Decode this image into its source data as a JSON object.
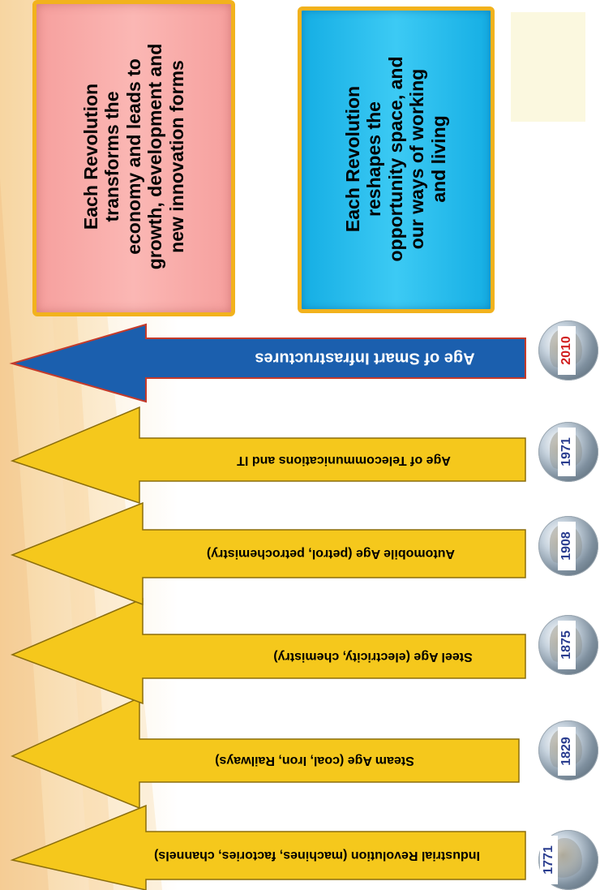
{
  "boxes": {
    "economy": {
      "text": [
        "Each Revolution",
        "transforms the",
        "economy and leads to",
        "growth, development and",
        "new innovation forms"
      ],
      "color": "#f9a8a6"
    },
    "opportunity": {
      "text": [
        "Each Revolution",
        "reshapes the",
        "opportunity space, and",
        "our ways of working",
        "and living"
      ],
      "color": "#1fb7ea"
    }
  },
  "eras": [
    {
      "year": "1771",
      "label": "Industrial Revolution (machines, factories, channels)",
      "arrow_color": "#f5c81c",
      "year_color": "#2a3d8f"
    },
    {
      "year": "1829",
      "label": "Steam Age  (coal, Iron, Railways)",
      "arrow_color": "#f5c81c",
      "year_color": "#2a3d8f"
    },
    {
      "year": "1875",
      "label": "Steel Age  (electricity, chemistry)",
      "arrow_color": "#f5c81c",
      "year_color": "#2a3d8f"
    },
    {
      "year": "1908",
      "label": "Automobile Age  (petrol, petrochemistry)",
      "arrow_color": "#f5c81c",
      "year_color": "#2a3d8f"
    },
    {
      "year": "1971",
      "label": "Age of Telecommunications and IT",
      "arrow_color": "#f5c81c",
      "year_color": "#2a3d8f"
    },
    {
      "year": "2010",
      "label": "Age of Smart Infrastructures",
      "arrow_color": "#1b5fae",
      "year_color": "#d11f1f"
    }
  ],
  "colors": {
    "arrow_border": "#8b6e0c",
    "smart_arrow_border": "#c43a2a",
    "box_gold_border": "#f2b21d"
  }
}
